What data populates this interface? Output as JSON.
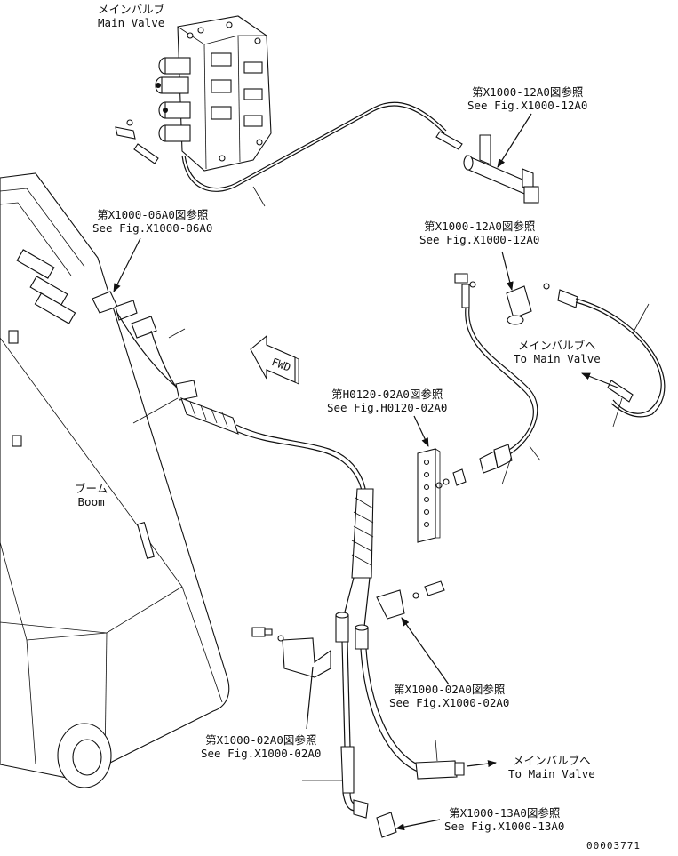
{
  "labels": {
    "main_valve_top": {
      "jp": "メインバルブ",
      "en": "Main Valve"
    },
    "ref_x1000_12a0_top": {
      "jp": "第X1000-12A0図参照",
      "en": "See Fig.X1000-12A0"
    },
    "ref_x1000_06a0": {
      "jp": "第X1000-06A0図参照",
      "en": "See Fig.X1000-06A0"
    },
    "ref_x1000_12a0_mid": {
      "jp": "第X1000-12A0図参照",
      "en": "See Fig.X1000-12A0"
    },
    "to_main_valve_right": {
      "jp": "メインバルブへ",
      "en": "To Main Valve"
    },
    "fwd": "FWD",
    "ref_h0120_02a0": {
      "jp": "第H0120-02A0図参照",
      "en": "See Fig.H0120-02A0"
    },
    "boom": {
      "jp": "ブーム",
      "en": "Boom"
    },
    "ref_x1000_02a0_right": {
      "jp": "第X1000-02A0図参照",
      "en": "See Fig.X1000-02A0"
    },
    "ref_x1000_02a0_left": {
      "jp": "第X1000-02A0図参照",
      "en": "See Fig.X1000-02A0"
    },
    "to_main_valve_bottom": {
      "jp": "メインバルブへ",
      "en": "To Main Valve"
    },
    "ref_x1000_13a0": {
      "jp": "第X1000-13A0図参照",
      "en": "See Fig.X1000-13A0"
    },
    "drawing_number": "00003771"
  }
}
